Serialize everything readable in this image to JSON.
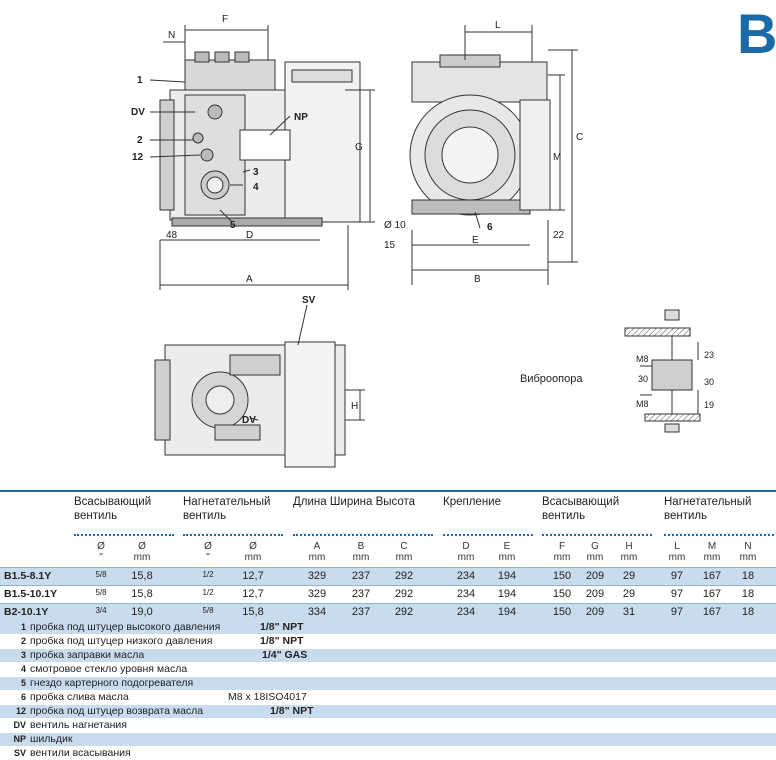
{
  "section_letter": "B",
  "drawing": {
    "labels": {
      "F": "F",
      "N": "N",
      "one": "1",
      "dv": "DV",
      "two": "2",
      "twelve": "12",
      "np": "NP",
      "three": "3",
      "four": "4",
      "five": "5",
      "G": "G",
      "d48": "48",
      "D": "D",
      "A": "A",
      "L": "L",
      "C": "C",
      "M": "M",
      "d10": "Ø 10",
      "d15": "15",
      "six": "6",
      "E": "E",
      "d22": "22",
      "B": "B",
      "sv": "SV",
      "H": "H",
      "dv2": "DV",
      "mount_title": "Виброопора",
      "m8_top": "M8",
      "m8_bot": "M8",
      "d30_left": "30",
      "d30_right": "30",
      "d23": "23",
      "d19": "19"
    }
  },
  "table": {
    "groups": {
      "suction": "Всасывающий вентиль",
      "discharge": "Нагнетательный вентиль",
      "dims": "Длина Ширина Высота",
      "mount": "Крепление",
      "suction2": "Всасывающий вентиль",
      "discharge2": "Нагнетательный вентиль"
    },
    "subheaders": [
      {
        "sym": "Ø",
        "unit": "\""
      },
      {
        "sym": "Ø",
        "unit": "mm"
      },
      {
        "sym": "Ø",
        "unit": "\""
      },
      {
        "sym": "Ø",
        "unit": "mm"
      },
      {
        "sym": "A",
        "unit": "mm"
      },
      {
        "sym": "B",
        "unit": "mm"
      },
      {
        "sym": "C",
        "unit": "mm"
      },
      {
        "sym": "D",
        "unit": "mm"
      },
      {
        "sym": "E",
        "unit": "mm"
      },
      {
        "sym": "F",
        "unit": "mm"
      },
      {
        "sym": "G",
        "unit": "mm"
      },
      {
        "sym": "H",
        "unit": "mm"
      },
      {
        "sym": "L",
        "unit": "mm"
      },
      {
        "sym": "M",
        "unit": "mm"
      },
      {
        "sym": "N",
        "unit": "mm"
      }
    ],
    "rows": [
      {
        "model": "B1.5-8.1Y",
        "suc_in": "5/8",
        "suc_mm": "15,8",
        "dis_in": "1/2",
        "dis_mm": "12,7",
        "A": "329",
        "B": "237",
        "C": "292",
        "D": "234",
        "E": "194",
        "F": "150",
        "G": "209",
        "H": "29",
        "L": "97",
        "M": "167",
        "N": "18"
      },
      {
        "model": "B1.5-10.1Y",
        "suc_in": "5/8",
        "suc_mm": "15,8",
        "dis_in": "1/2",
        "dis_mm": "12,7",
        "A": "329",
        "B": "237",
        "C": "292",
        "D": "234",
        "E": "194",
        "F": "150",
        "G": "209",
        "H": "29",
        "L": "97",
        "M": "167",
        "N": "18"
      },
      {
        "model": "B2-10.1Y",
        "suc_in": "3/4",
        "suc_mm": "19,0",
        "dis_in": "5/8",
        "dis_mm": "15,8",
        "A": "334",
        "B": "237",
        "C": "292",
        "D": "234",
        "E": "194",
        "F": "150",
        "G": "209",
        "H": "31",
        "L": "97",
        "M": "167",
        "N": "18"
      }
    ]
  },
  "legend": [
    {
      "code": "1",
      "text": "пробка под штуцер высокого давления",
      "value": "1/8\" NPT"
    },
    {
      "code": "2",
      "text": "пробка под штуцер низкого давления",
      "value": "1/8\" NPT"
    },
    {
      "code": "3",
      "text": "пробка заправки масла",
      "value": "1/4\" GAS"
    },
    {
      "code": "4",
      "text": "смотровое стекло уровня масла",
      "value": ""
    },
    {
      "code": "5",
      "text": "гнездо картерного подогревателя",
      "value": ""
    },
    {
      "code": "6",
      "text": "пробка слива масла",
      "value": "M8 x 18ISO4017"
    },
    {
      "code": "12",
      "text": "пробка под штуцер возврата масла",
      "value": "1/8\" NPT"
    },
    {
      "code": "DV",
      "text": "вентиль нагнетания",
      "value": ""
    },
    {
      "code": "NP",
      "text": "шильдик",
      "value": ""
    },
    {
      "code": "SV",
      "text": "вентили всасывания",
      "value": ""
    }
  ]
}
